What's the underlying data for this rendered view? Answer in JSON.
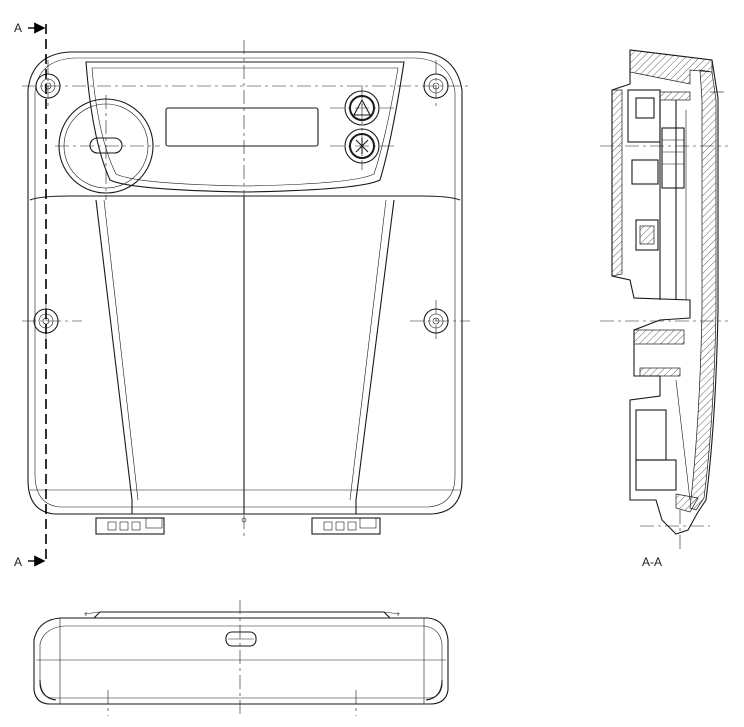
{
  "drawing": {
    "labels": {
      "section_marker_top": "A",
      "section_marker_bottom": "A",
      "section_view_caption": "A-A"
    },
    "views": [
      "front-view",
      "side-section-view",
      "bottom-view"
    ],
    "icons": [
      "warning-triangle-button-icon",
      "asterisk-button-icon"
    ]
  }
}
